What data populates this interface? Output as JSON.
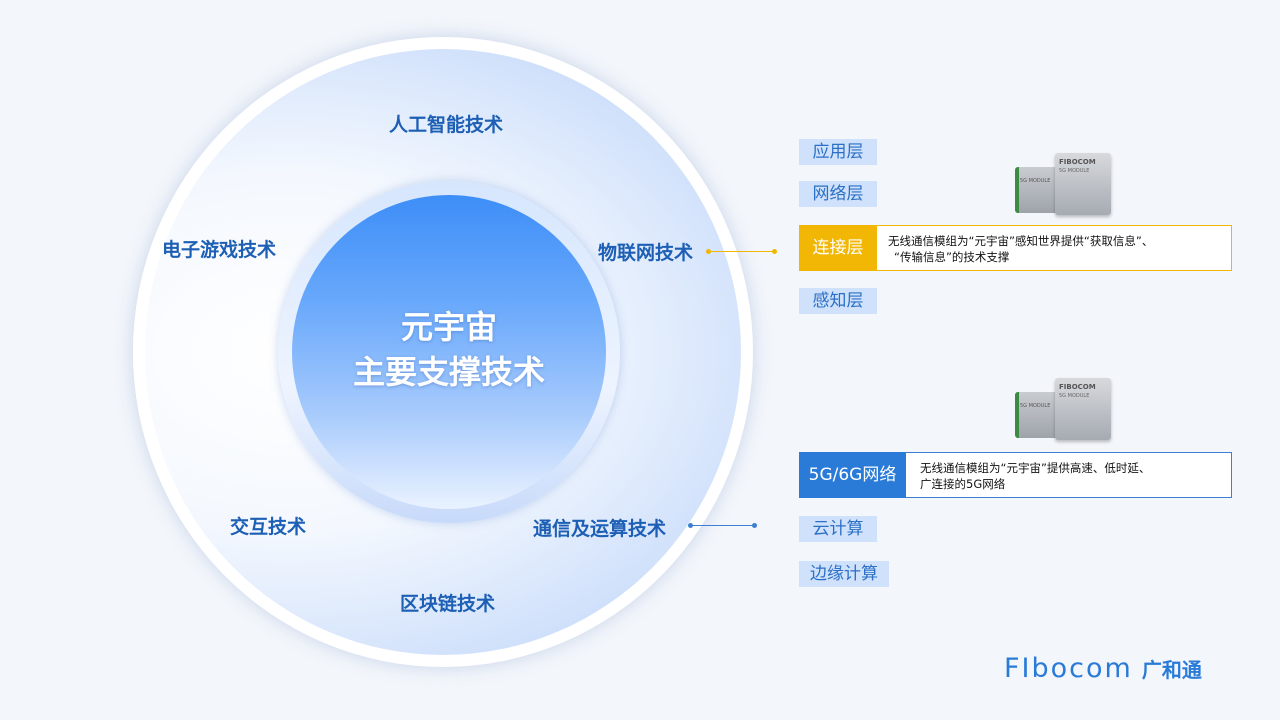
{
  "center": {
    "line1": "元宇宙",
    "line2": "主要支撑技术"
  },
  "technologies": {
    "ai": "人工智能技术",
    "iot": "物联网技术",
    "game": "电子游戏技术",
    "interaction": "交互技术",
    "comm": "通信及运算技术",
    "blockchain": "区块链技术"
  },
  "iot_layers": {
    "application": "应用层",
    "network": "网络层",
    "connection": "连接层",
    "perception": "感知层"
  },
  "iot_callout": {
    "line1": "无线通信模组为“元宇宙”感知世界提供“获取信息”、",
    "line2": "“传输信息”的技术支撑"
  },
  "comm_items": {
    "network": "5G/6G网络",
    "cloud": "云计算",
    "edge": "边缘计算"
  },
  "comm_callout": {
    "line1": "无线通信模组为“元宇宙”提供高速、低时延、",
    "line2": "广连接的5G网络"
  },
  "module": {
    "brand": "FIBOCOM",
    "label": "5G MODULE"
  },
  "logo": {
    "en": "FIbocom",
    "zh": "广和通"
  },
  "colors": {
    "accent": "#2a7bd8",
    "highlight": "#f2b705",
    "layer_bg": "#cfe1fb"
  }
}
